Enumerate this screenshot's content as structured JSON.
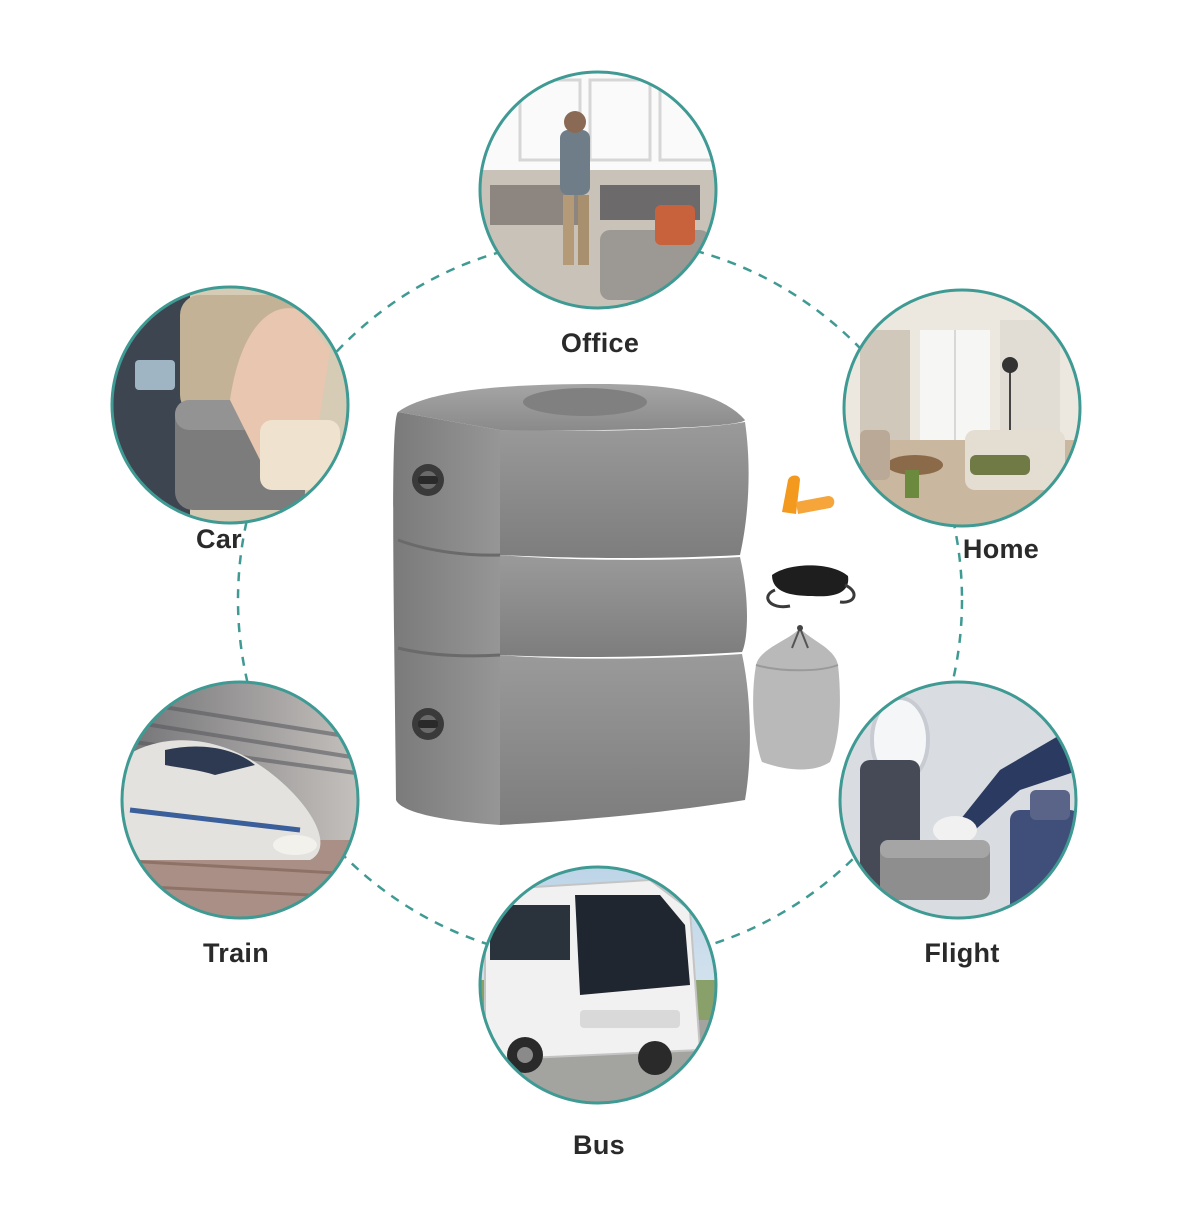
{
  "labels": {
    "office": "Office",
    "home": "Home",
    "car": "Car",
    "train": "Train",
    "flight": "Flight",
    "bus": "Bus"
  },
  "colors": {
    "ring": "#3f9a93",
    "pillow": "#8e8e8e",
    "accessory_plugs": "#f39a1e"
  },
  "scenes": [
    {
      "name": "office-scene-photo"
    },
    {
      "name": "home-scene-photo"
    },
    {
      "name": "car-scene-photo"
    },
    {
      "name": "train-scene-photo"
    },
    {
      "name": "flight-scene-photo"
    },
    {
      "name": "bus-scene-photo"
    }
  ]
}
